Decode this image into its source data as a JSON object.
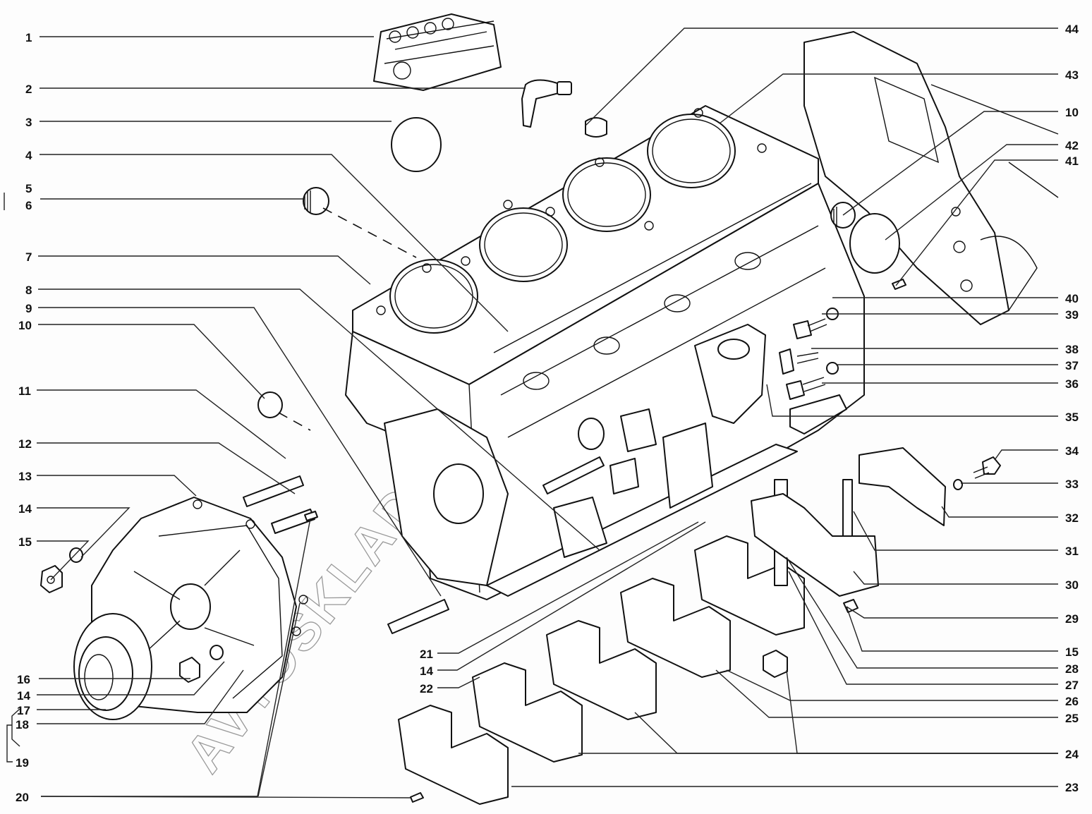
{
  "diagram": {
    "title": "Cylinder block exploded view",
    "watermark": "AVTOSKLAD-ONLINE",
    "labels_left": [
      {
        "id": "1",
        "text": "1"
      },
      {
        "id": "2",
        "text": "2"
      },
      {
        "id": "3",
        "text": "3"
      },
      {
        "id": "4",
        "text": "4"
      },
      {
        "id": "5",
        "text": "5"
      },
      {
        "id": "6",
        "text": "6"
      },
      {
        "id": "7",
        "text": "7"
      },
      {
        "id": "8",
        "text": "8"
      },
      {
        "id": "9",
        "text": "9"
      },
      {
        "id": "10",
        "text": "10"
      },
      {
        "id": "11",
        "text": "11"
      },
      {
        "id": "12",
        "text": "12"
      },
      {
        "id": "13",
        "text": "13"
      },
      {
        "id": "14a",
        "text": "14"
      },
      {
        "id": "15a",
        "text": "15"
      },
      {
        "id": "16",
        "text": "16"
      },
      {
        "id": "14b",
        "text": "14"
      },
      {
        "id": "17",
        "text": "17"
      },
      {
        "id": "18",
        "text": "18"
      },
      {
        "id": "19",
        "text": "19"
      },
      {
        "id": "20",
        "text": "20"
      }
    ],
    "labels_center": [
      {
        "id": "21",
        "text": "21"
      },
      {
        "id": "14c",
        "text": "14"
      },
      {
        "id": "22",
        "text": "22"
      }
    ],
    "labels_right": [
      {
        "id": "44",
        "text": "44"
      },
      {
        "id": "43",
        "text": "43"
      },
      {
        "id": "10b",
        "text": "10"
      },
      {
        "id": "42",
        "text": "42"
      },
      {
        "id": "41",
        "text": "41"
      },
      {
        "id": "40",
        "text": "40"
      },
      {
        "id": "39",
        "text": "39"
      },
      {
        "id": "38",
        "text": "38"
      },
      {
        "id": "37",
        "text": "37"
      },
      {
        "id": "36",
        "text": "36"
      },
      {
        "id": "35",
        "text": "35"
      },
      {
        "id": "34",
        "text": "34"
      },
      {
        "id": "33",
        "text": "33"
      },
      {
        "id": "32",
        "text": "32"
      },
      {
        "id": "31",
        "text": "31"
      },
      {
        "id": "30",
        "text": "30"
      },
      {
        "id": "29",
        "text": "29"
      },
      {
        "id": "15b",
        "text": "15"
      },
      {
        "id": "28",
        "text": "28"
      },
      {
        "id": "27",
        "text": "27"
      },
      {
        "id": "26",
        "text": "26"
      },
      {
        "id": "25",
        "text": "25"
      },
      {
        "id": "24",
        "text": "24"
      },
      {
        "id": "23",
        "text": "23"
      }
    ]
  }
}
